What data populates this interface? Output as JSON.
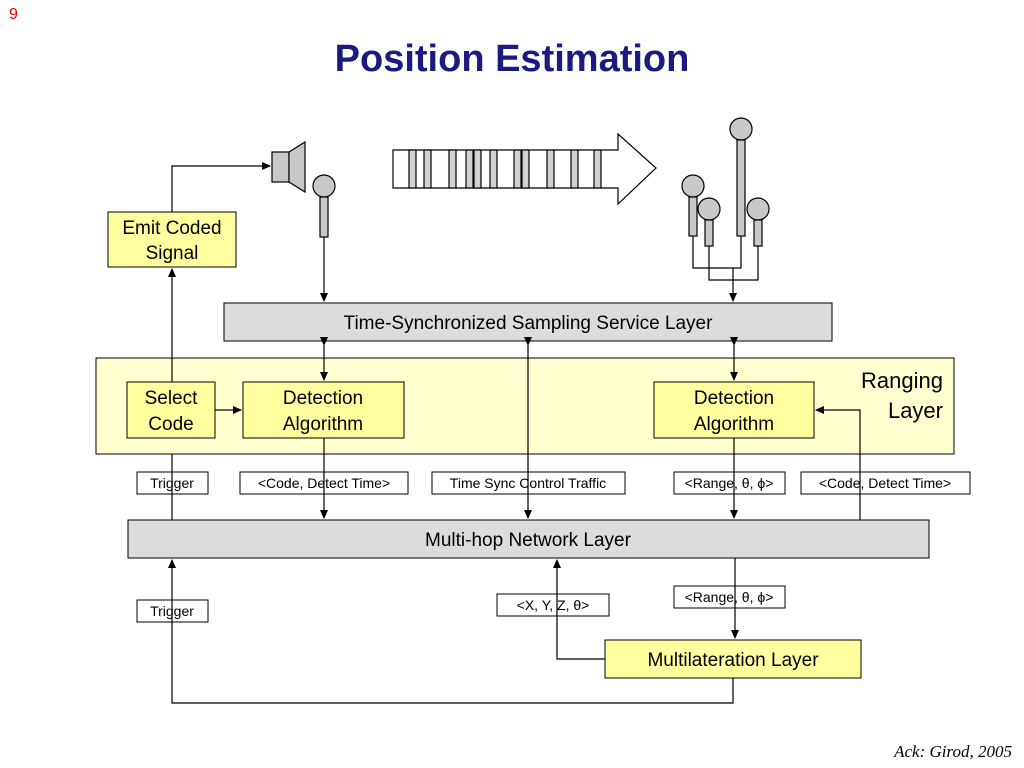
{
  "slide": {
    "number": "9",
    "title": "Position Estimation",
    "acknowledgment": "Ack: Girod, 2005"
  },
  "colors": {
    "title": "#1a1a80",
    "slide_number": "#dd0000",
    "yellow_box": "#ffffa0",
    "ranging_panel": "#ffffd0",
    "layer_bar": "#dcdcdc"
  },
  "boxes": {
    "emit_coded_signal": [
      "Emit Coded",
      "Signal"
    ],
    "select_code": [
      "Select",
      "Code"
    ],
    "detection_left": [
      "Detection",
      "Algorithm"
    ],
    "detection_right": [
      "Detection",
      "Algorithm"
    ],
    "multilateration": "Multilateration Layer"
  },
  "layers": {
    "sampling": "Time-Synchronized Sampling Service Layer",
    "ranging": [
      "Ranging",
      "Layer"
    ],
    "network": "Multi-hop Network Layer"
  },
  "labels": {
    "trigger_upper": "Trigger",
    "code_detect_left": "<Code, Detect Time>",
    "time_sync": "Time Sync Control Traffic",
    "range_upper": "<Range, θ, ϕ>",
    "code_detect_right": "<Code, Detect Time>",
    "trigger_lower": "Trigger",
    "xyz": "<X, Y, Z, θ>",
    "range_lower": "<Range, θ, ϕ>"
  },
  "icons": [
    "speaker-icon",
    "microphone-icon",
    "coded-signal-arrow-icon",
    "microphone-array-icon"
  ]
}
